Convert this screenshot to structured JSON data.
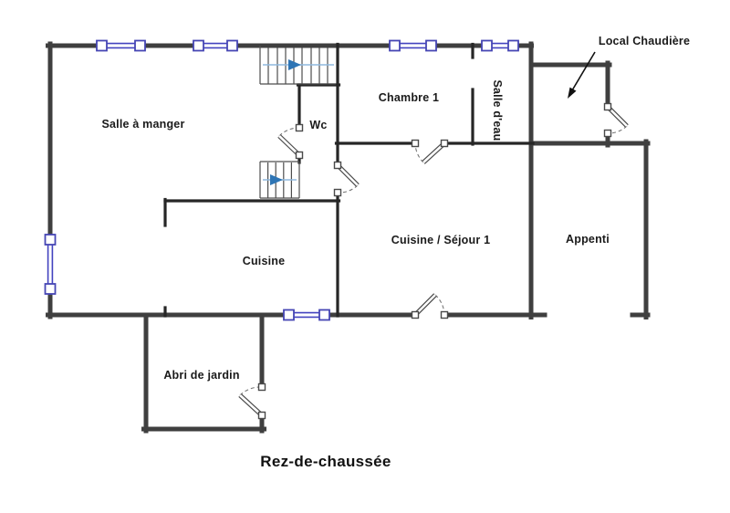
{
  "diagram": {
    "type": "floor-plan",
    "floor_title": "Rez-de-chaussée",
    "rooms": {
      "salle_a_manger": "Salle à manger",
      "wc": "Wc",
      "chambre_1": "Chambre 1",
      "salle_d_eau": "Salle d'eau",
      "cuisine": "Cuisine",
      "cuisine_sejour_1": "Cuisine / Séjour 1",
      "appenti": "Appenti",
      "abri_de_jardin": "Abri de jardin"
    },
    "annotation_label": "Local Chaudière",
    "features": {
      "windows": 6,
      "doors": 6,
      "staircases": 2,
      "stair_direction": "right"
    }
  },
  "colors": {
    "wall_exterior": "#3f3f3f",
    "wall_interior": "#262626",
    "window_blue": "#4343bf",
    "stair_arrow_line": "#8fb8de",
    "stair_arrow_head": "#2e75b5",
    "door_gray": "#4a4a4a",
    "label_black": "#1a1a1a",
    "background": "#ffffff"
  }
}
